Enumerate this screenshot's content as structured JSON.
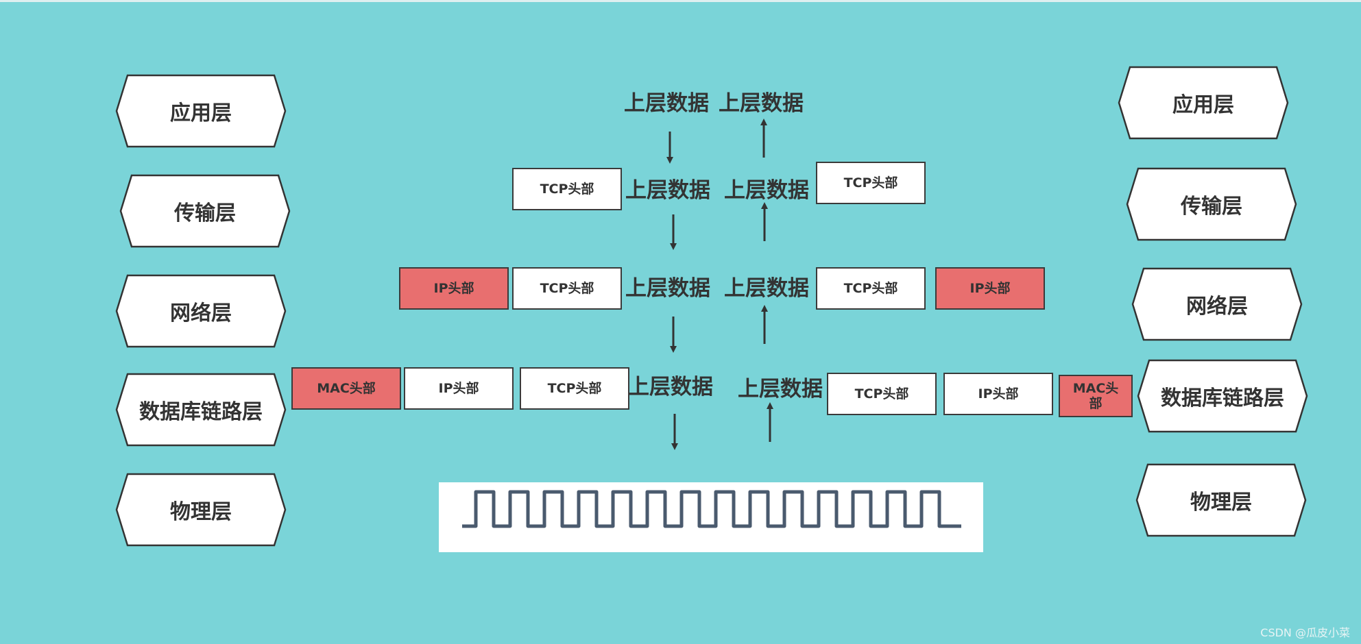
{
  "left_layers": [
    "应用层",
    "传输层",
    "网络层",
    "数据库链路层",
    "物理层"
  ],
  "right_layers": [
    "应用层",
    "传输层",
    "网络层",
    "数据库链路层",
    "物理层"
  ],
  "headers": {
    "tcp": "TCP头部",
    "ip": "IP头部",
    "mac": "MAC头部",
    "mac_wrapped": "MAC头\n部"
  },
  "payload": "上层数据",
  "colors": {
    "background": "#7ad4d8",
    "header_highlight": "#e86f6f",
    "header_plain": "#ffffff",
    "stroke": "#3a3a3a",
    "signal": "#4a5a6e"
  },
  "arrows": {
    "left_side": "down",
    "right_side": "up"
  },
  "watermark": "CSDN @瓜皮小菜"
}
